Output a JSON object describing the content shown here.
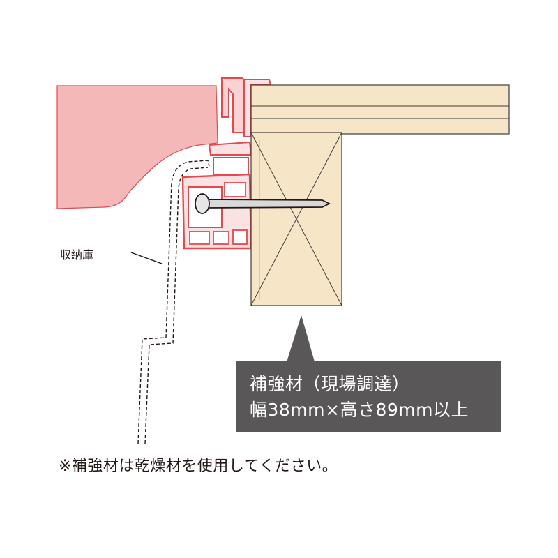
{
  "labels": {
    "storage": "収納庫",
    "callout_line1": "補強材（現場調達）",
    "callout_line2": "幅38mm×高さ89mm以上",
    "note": "※補強材は乾燥材を使用してください。"
  },
  "colors": {
    "storage_fill": "#f4b8b9",
    "frame_stroke": "#e8474e",
    "frame_fill": "#fbe2e2",
    "wood_fill": "#f7e5c7",
    "wood_stroke": "#3e3a39",
    "callout_bg": "#595757",
    "nail_fill": "#d9d9d9"
  }
}
